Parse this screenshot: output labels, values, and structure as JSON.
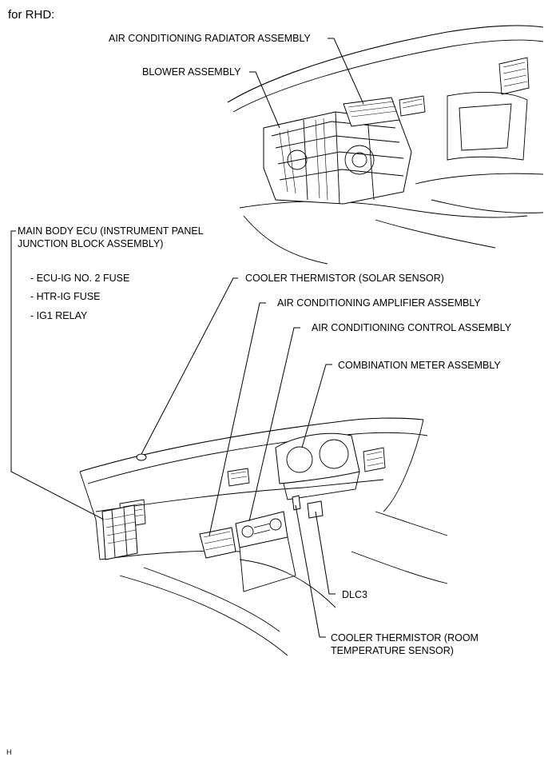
{
  "heading": "for RHD:",
  "labels": {
    "radiator": "AIR CONDITIONING RADIATOR ASSEMBLY",
    "blower": "BLOWER ASSEMBLY",
    "main_ecu_1": "MAIN BODY ECU (INSTRUMENT PANEL",
    "main_ecu_2": "JUNCTION BLOCK ASSEMBLY)",
    "fuse1": "- ECU-IG NO. 2 FUSE",
    "fuse2": "- HTR-IG FUSE",
    "relay": "- IG1 RELAY",
    "solar": "COOLER THERMISTOR (SOLAR SENSOR)",
    "amplifier": "AIR CONDITIONING AMPLIFIER ASSEMBLY",
    "control": "AIR CONDITIONING CONTROL ASSEMBLY",
    "meter": "COMBINATION METER ASSEMBLY",
    "dlc3": "DLC3",
    "room_1": "COOLER THERMISTOR (ROOM",
    "room_2": "TEMPERATURE SENSOR)"
  },
  "footer_mark": "H"
}
